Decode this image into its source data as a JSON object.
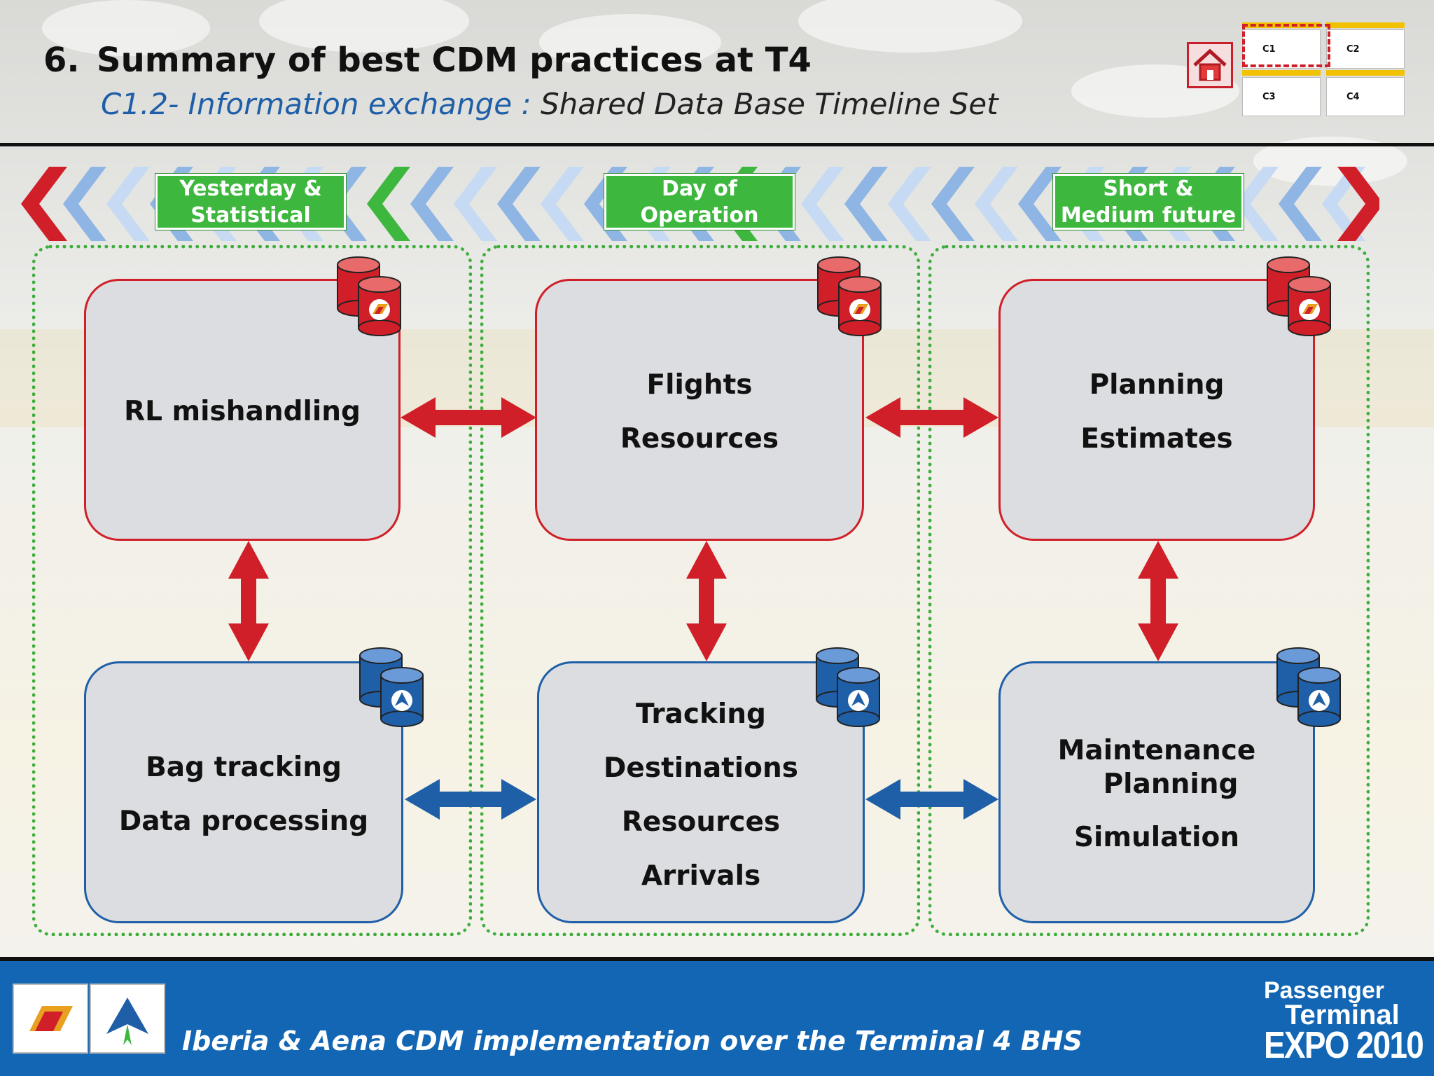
{
  "header": {
    "number": "6.",
    "title": "Summary of best CDM practices at T4",
    "subtitle_blue": "C1.2- Information exchange :",
    "subtitle_dark": " Shared Data Base Timeline Set"
  },
  "nav": {
    "cells": [
      "C1",
      "C2",
      "C3",
      "C4"
    ]
  },
  "timeline": {
    "phases": [
      "Yesterday  & Statistical",
      "Day of Operation",
      "Short & Medium future"
    ]
  },
  "diagram": {
    "top_row": [
      {
        "lines": [
          "RL mishandling"
        ]
      },
      {
        "lines": [
          "Flights",
          "Resources"
        ]
      },
      {
        "lines": [
          "Planning",
          "Estimates"
        ]
      }
    ],
    "bottom_row": [
      {
        "lines": [
          "Bag tracking",
          "Data processing"
        ]
      },
      {
        "lines": [
          "Tracking",
          "Destinations",
          "Resources",
          "Arrivals"
        ]
      },
      {
        "lines": [
          "Maintenance",
          "Planning",
          "Simulation"
        ]
      }
    ]
  },
  "colors": {
    "red": "#d01f28",
    "blue": "#1f5fa8",
    "green": "#3db73d",
    "footer": "#1266b3"
  },
  "footer": {
    "text": "Iberia & Aena CDM implementation over the Terminal 4 BHS",
    "expo_line1": "Passenger",
    "expo_line2": "Terminal",
    "expo_line3": "EXPO 2010"
  }
}
